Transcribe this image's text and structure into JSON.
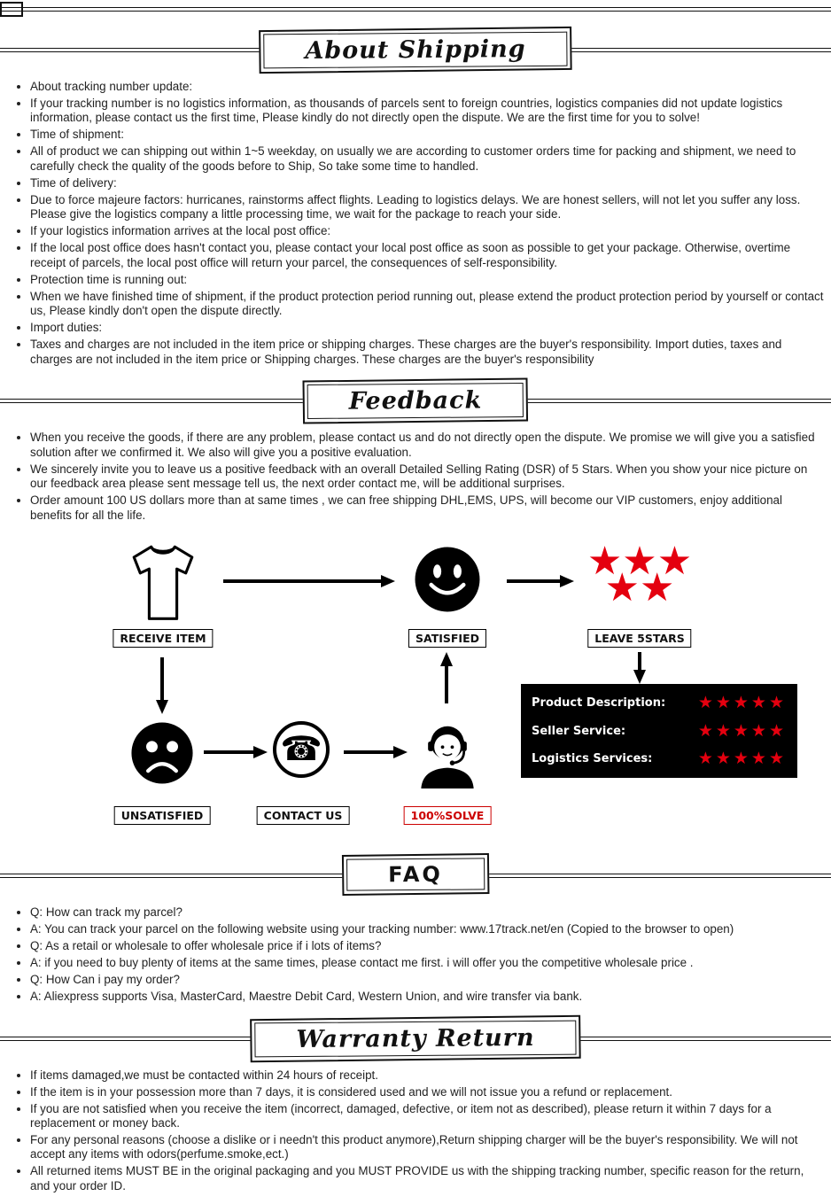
{
  "sections": {
    "shipping": {
      "title": "About Shipping",
      "items": [
        "About tracking number update:",
        "If your tracking number is no logistics information, as thousands of parcels sent to foreign countries, logistics companies did not update logistics information, please contact us the first time, Please kindly do not directly open the dispute. We are the first time for you to solve!",
        "Time of shipment:",
        "All of product we can shipping out within 1~5 weekday, on usually we are according to customer orders time for packing and shipment, we need to carefully check the quality of the goods before to Ship, So take some time to handled.",
        "Time of delivery:",
        "Due to force majeure factors: hurricanes, rainstorms affect flights. Leading to logistics delays. We are honest sellers, will not let you suffer any loss. Please give the logistics company a little processing time, we wait for the package to reach your side.",
        "If your logistics information arrives at the local post office:",
        "If the local post office does hasn't contact you, please contact your local post office as soon as possible to get your package. Otherwise, overtime receipt of parcels, the local post office will return your parcel, the consequences of self-responsibility.",
        "Protection time is running out:",
        "When we have finished time of shipment, if the product protection period running out, please extend the product protection period by yourself or contact us, Please kindly don't open the dispute directly.",
        "Import duties:",
        "Taxes and charges are not included in the item price or shipping charges. These charges are the buyer's responsibility. Import duties, taxes and charges are not included in the item price or Shipping charges. These charges are the buyer's responsibility"
      ]
    },
    "feedback": {
      "title": "Feedback",
      "items": [
        "When you receive the goods, if there are any problem, please contact us and do not directly open the dispute. We promise we will give you a satisfied solution after we confirmed it. We also will give you a positive evaluation.",
        "We sincerely invite you to leave us a positive feedback with an overall Detailed Selling Rating (DSR) of 5 Stars. When you show your nice picture on our feedback area please sent message tell us, the next order contact me, will be additional surprises.",
        "Order amount 100 US dollars more than at same times , we can free shipping DHL,EMS, UPS, will become our VIP customers, enjoy additional benefits for all the life."
      ]
    },
    "faq": {
      "title": "FAQ",
      "items": [
        "Q: How can track my parcel?",
        "A: You can track your parcel on the following website using your tracking number: www.17track.net/en (Copied to the browser to open)",
        "Q: As a retail or wholesale to offer wholesale price if i lots of items?",
        "A: if you need to buy plenty of items at the same times, please contact me first. i will offer you the competitive wholesale price .",
        "Q: How Can i pay my order?",
        "A: Aliexpress supports Visa, MasterCard, Maestre Debit Card, Western Union, and wire transfer via bank."
      ]
    },
    "warranty": {
      "title": "Warranty Return",
      "items": [
        "If items damaged,we must be contacted within 24 hours of receipt.",
        "If the item is in your possession more than 7 days, it is considered used and we will not issue you a refund or replacement.",
        "If you are not satisfied when you receive the item (incorrect, damaged, defective, or item not as described), please return it within 7 days for a replacement or money back.",
        "For any personal reasons (choose a dislike or i needn't this product anymore),Return shipping charger will be the buyer's responsibility. We will not accept any items with odors(perfume.smoke,ect.)",
        "All returned items MUST BE in the original packaging and you MUST PROVIDE us with the shipping tracking number, specific reason for the return, and your order ID."
      ]
    }
  },
  "diagram": {
    "labels": {
      "receive_item": "RECEIVE ITEM",
      "satisfied": "SATISFIED",
      "leave_5stars": "LEAVE 5STARS",
      "unsatisfied": "UNSATISFIED",
      "contact_us": "CONTACT US",
      "solve": "100%SOLVE"
    },
    "stars": {
      "top": "★★★",
      "bottom": "★★",
      "row": "★★★★★",
      "color": "#e4000f"
    },
    "rating_box": {
      "rows": [
        "Product Description:",
        "Seller Service:",
        "Logistics Services:"
      ]
    },
    "phone_glyph": "☎"
  }
}
